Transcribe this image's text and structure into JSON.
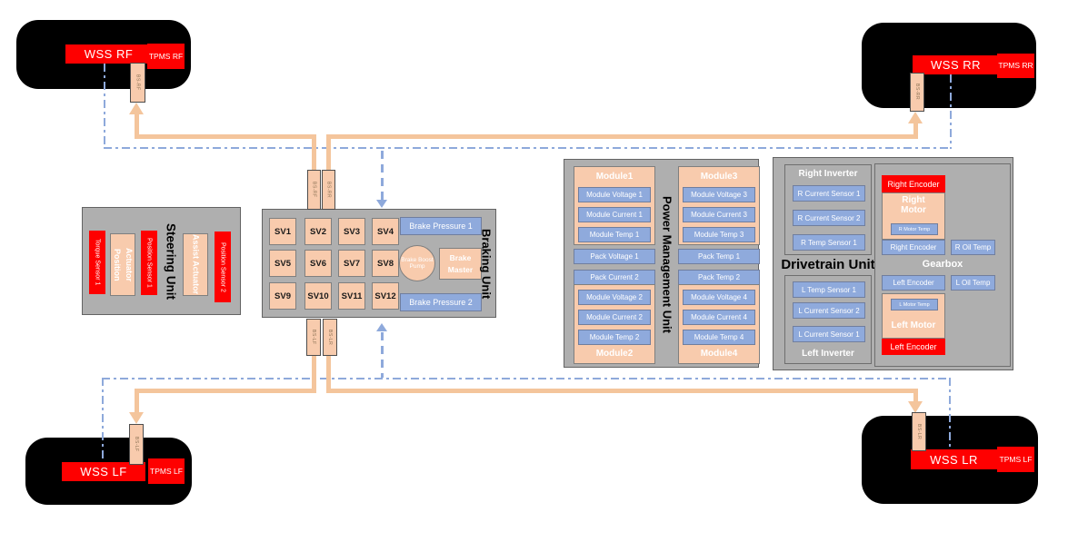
{
  "wheels": {
    "rf": {
      "wss": "WSS RF",
      "tpms": "TPMS RF",
      "connector": "BS-RF"
    },
    "rr": {
      "wss": "WSS RR",
      "tpms": "TPMS RR",
      "connector": "BS-RR"
    },
    "lf": {
      "wss": "WSS LF",
      "tpms": "TPMS LF",
      "connector": "BS-LF"
    },
    "lr": {
      "wss": "WSS LR",
      "tpms": "TPMS LF",
      "connector": "BS-LR"
    }
  },
  "steering_unit": {
    "title": "Steering Unit",
    "torque_sensor_1": "Torque Sensor 1",
    "position_actuator": "Position Actuator",
    "position_sensor_1": "Position Sensor 1",
    "assist_actuator": "Assist Actuator",
    "position_sensor_2": "Position Sensor 2"
  },
  "braking_unit": {
    "title": "Braking Unit",
    "valves": [
      "SV1",
      "SV2",
      "SV3",
      "SV4",
      "SV5",
      "SV6",
      "SV7",
      "SV8",
      "SV9",
      "SV10",
      "SV11",
      "SV12"
    ],
    "brake_pressure_1": "Brake Pressure 1",
    "brake_pressure_2": "Brake Pressure 2",
    "brake_boost_pump": "Brake Boost Pump",
    "brake_master": "Brake Master",
    "connector_top_left": "BS-RF",
    "connector_top_right": "BS-RR",
    "connector_bottom_left": "BS-LF",
    "connector_bottom_right": "BS-LR"
  },
  "power_management_unit": {
    "title": "Power Management Unit",
    "module1": {
      "name": "Module1",
      "sensors": [
        "Module Voltage 1",
        "Module Current 1",
        "Module Temp 1"
      ]
    },
    "module2": {
      "name": "Module2",
      "sensors": [
        "Module Voltage 2",
        "Module Current 2",
        "Module Temp 2"
      ]
    },
    "module3": {
      "name": "Module3",
      "sensors": [
        "Module Voltage 3",
        "Module Current 3",
        "Module Temp 3"
      ]
    },
    "module4": {
      "name": "Module4",
      "sensors": [
        "Module Voltage 4",
        "Module Current 4",
        "Module Temp 4"
      ]
    },
    "pack_voltage_1": "Pack Voltage 1",
    "pack_current_2": "Pack Current 2",
    "pack_temp_1": "Pack Temp 1",
    "pack_temp_2": "Pack Temp 2"
  },
  "drivetrain_unit": {
    "title": "Drivetrain Unit",
    "right_inverter": {
      "title": "Right Inverter",
      "sensors": [
        "R Current Sensor 1",
        "R Current Sensor 2",
        "R Temp Sensor 1"
      ]
    },
    "left_inverter": {
      "title": "Left Inverter",
      "sensors": [
        "L Temp Sensor 1",
        "L Current Sensor 2",
        "L Current Sensor 1"
      ]
    },
    "gearbox": {
      "title": "Gearbox",
      "right_encoder_top": "Right Encoder",
      "right_motor": "Right Motor",
      "r_motor_temp": "R Motor Temp",
      "right_encoder": "Right Encoder",
      "r_oil_temp": "R Oil Temp",
      "left_encoder": "Left Encoder",
      "l_oil_temp": "L Oil Temp",
      "left_motor": "Left Motor",
      "l_motor_temp": "L Motor Temp",
      "left_encoder_bottom": "Left Encoder"
    }
  }
}
